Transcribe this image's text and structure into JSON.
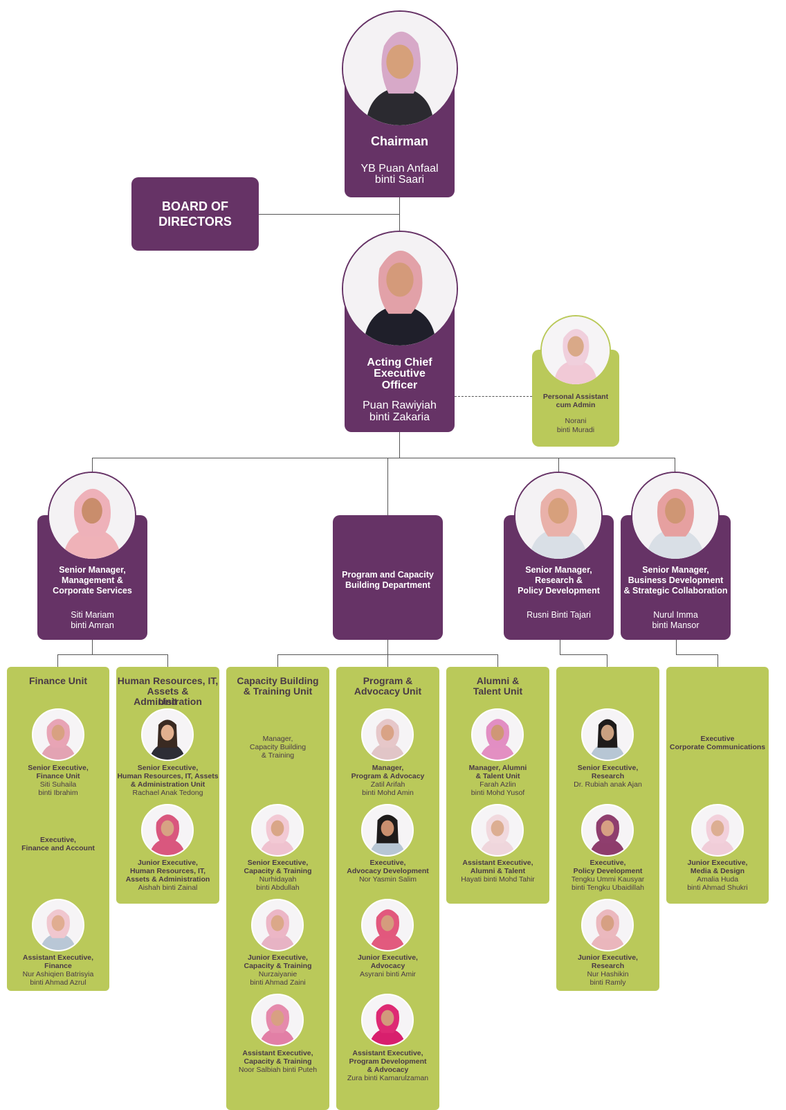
{
  "colors": {
    "purple": "#663366",
    "green": "#bac95a",
    "text_dark": "#4a3a46",
    "line": "#555555"
  },
  "chairman": {
    "title": "Chairman",
    "name_line1": "YB Puan Anfaal",
    "name_line2": "binti Saari",
    "photo": "avatar-icon"
  },
  "board": {
    "line1": "BOARD OF",
    "line2": "DIRECTORS"
  },
  "ceo": {
    "title_line1": "Acting Chief",
    "title_line2": "Executive",
    "title_line3": "Officer",
    "name_line1": "Puan Rawiyiah",
    "name_line2": "binti Zakaria"
  },
  "pa": {
    "role_line1": "Personal Assistant",
    "role_line2": "cum Admin",
    "name_line1": "Norani",
    "name_line2": "binti Muradi"
  },
  "managers": [
    {
      "role": [
        "Senior Manager,",
        "Management &",
        "Corporate Services"
      ],
      "name": [
        "Siti Mariam",
        "binti Amran"
      ]
    },
    {
      "role": [
        "Program and Capacity",
        "Building Department"
      ],
      "name": []
    },
    {
      "role": [
        "Senior Manager,",
        "Research &",
        "Policy Development"
      ],
      "name": [
        "Rusni Binti Tajari"
      ]
    },
    {
      "role": [
        "Senior Manager,",
        "Business Development",
        "& Strategic Collaboration"
      ],
      "name": [
        "Nurul Imma",
        "binti Mansor"
      ]
    }
  ],
  "units": [
    {
      "title": [
        "Finance Unit"
      ],
      "members": [
        {
          "role": [
            "Senior Executive,",
            "Finance Unit"
          ],
          "name": [
            "Siti Suhaila",
            "binti Ibrahim"
          ]
        },
        {
          "role": [
            "Executive,",
            "Finance and Account"
          ],
          "name": []
        },
        {
          "role": [
            "Assistant Executive,",
            "Finance"
          ],
          "name": [
            "Nur Ashiqien Batrisyia",
            "binti Ahmad Azrul"
          ]
        }
      ]
    },
    {
      "title": [
        "Human Resources, IT,",
        "Assets & Administration",
        "Unit"
      ],
      "members": [
        {
          "role": [
            "Senior Executive,",
            "Human Resources, IT, Assets",
            "& Administration Unit"
          ],
          "name": [
            "Rachael Anak Tedong"
          ]
        },
        {
          "role": [
            "Junior Executive,",
            "Human Resources, IT,",
            "Assets & Administration"
          ],
          "name": [
            "Aishah binti Zainal"
          ]
        }
      ]
    },
    {
      "title": [
        "Capacity Building",
        "& Training Unit"
      ],
      "members": [
        {
          "role": [
            "Manager,",
            "Capacity Building",
            "& Training"
          ],
          "name": []
        },
        {
          "role": [
            "Senior Executive,",
            "Capacity & Training"
          ],
          "name": [
            "Nurhidayah",
            "binti Abdullah"
          ]
        },
        {
          "role": [
            "Junior Executive,",
            "Capacity & Training"
          ],
          "name": [
            "Nurzaiyanie",
            "binti Ahmad Zaini"
          ]
        },
        {
          "role": [
            "Assistant Executive,",
            "Capacity & Training"
          ],
          "name": [
            "Noor Salbiah binti Puteh"
          ]
        }
      ]
    },
    {
      "title": [
        "Program &",
        "Advocacy Unit"
      ],
      "members": [
        {
          "role": [
            "Manager,",
            "Program & Advocacy"
          ],
          "name": [
            "Zatil Arifah",
            "binti Mohd Amin"
          ]
        },
        {
          "role": [
            "Executive,",
            "Advocacy Development"
          ],
          "name": [
            "Nor Yasmin Salim"
          ]
        },
        {
          "role": [
            "Junior Executive,",
            "Advocacy"
          ],
          "name": [
            "Asyrani binti Amir"
          ]
        },
        {
          "role": [
            "Assistant Executive,",
            "Program Development",
            "& Advocacy"
          ],
          "name": [
            "Zura binti Kamarulzaman"
          ]
        }
      ]
    },
    {
      "title": [
        "Alumni &",
        "Talent Unit"
      ],
      "members": [
        {
          "role": [
            "Manager, Alumni",
            "& Talent Unit"
          ],
          "name": [
            "Farah Azlin",
            "binti Mohd Yusof"
          ]
        },
        {
          "role": [
            "Assistant Executive,",
            "Alumni & Talent"
          ],
          "name": [
            "Hayati binti Mohd Tahir"
          ]
        }
      ]
    },
    {
      "title": [],
      "members": [
        {
          "role": [
            "Senior Executive,",
            "Research"
          ],
          "name": [
            "Dr. Rubiah anak Ajan"
          ]
        },
        {
          "role": [
            "Executive,",
            "Policy Development"
          ],
          "name": [
            "Tengku Ummi Kausyar",
            "binti Tengku Ubaidillah"
          ]
        },
        {
          "role": [
            "Junior Executive,",
            "Research"
          ],
          "name": [
            "Nur Hashikin",
            "binti Ramly"
          ]
        }
      ]
    },
    {
      "title": [],
      "members": [
        {
          "role": [
            "Executive",
            "Corporate Communications"
          ],
          "name": []
        },
        {
          "role": [
            "Junior Executive,",
            "Media & Design"
          ],
          "name": [
            "Amalia Huda",
            "binti Ahmad Shukri"
          ]
        }
      ]
    }
  ]
}
